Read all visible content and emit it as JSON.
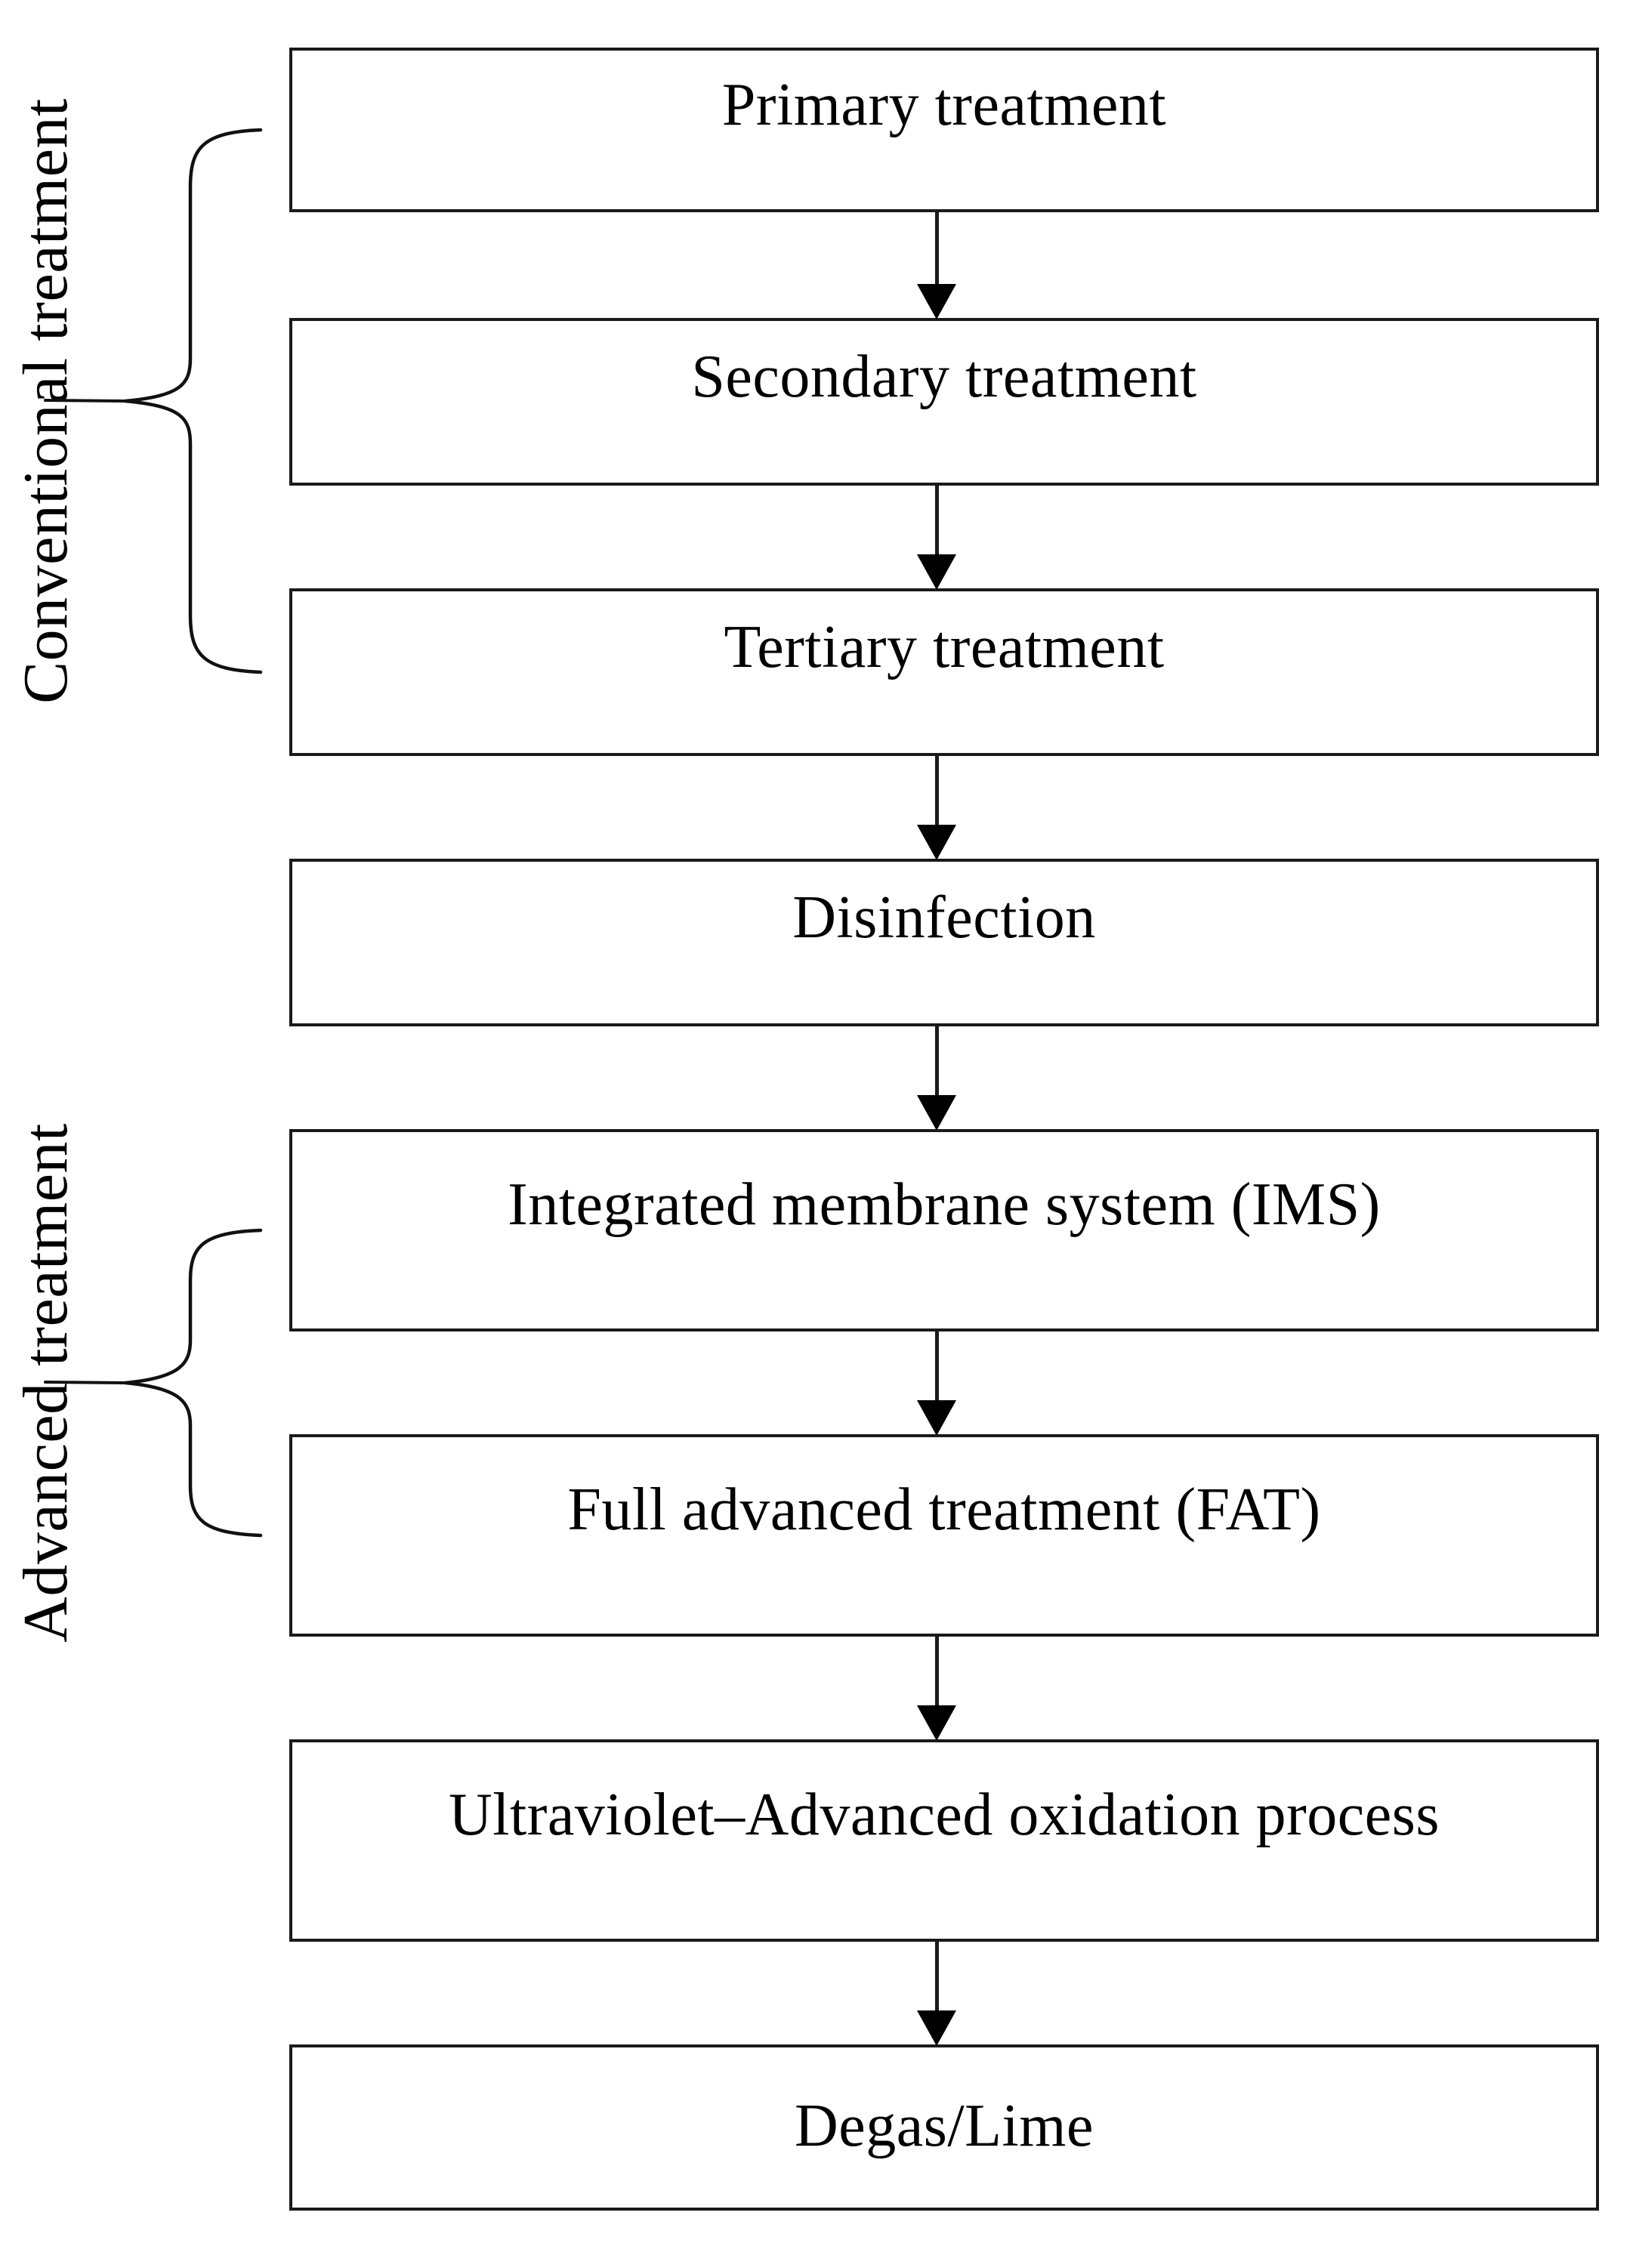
{
  "figure": {
    "background_color": "#ffffff",
    "ink_color": "#000000",
    "border_color": "#1a1a1a",
    "boxes": [
      {
        "label": "Primary treatment"
      },
      {
        "label": "Secondary treatment"
      },
      {
        "label": "Tertiary treatment"
      },
      {
        "label": "Disinfection"
      },
      {
        "label": "Integrated membrane system (IMS)"
      },
      {
        "label": "Full advanced treatment (FAT)"
      },
      {
        "label": "Ultraviolet–Advanced oxidation process"
      },
      {
        "label": "Degas/Lime"
      }
    ],
    "connections": [
      {
        "from": 0,
        "to": 1
      },
      {
        "from": 1,
        "to": 2
      },
      {
        "from": 2,
        "to": 3
      },
      {
        "from": 3,
        "to": 4
      },
      {
        "from": 4,
        "to": 5
      },
      {
        "from": 5,
        "to": 6
      },
      {
        "from": 6,
        "to": 7
      }
    ],
    "groups": [
      {
        "label": "Conventional treatment",
        "covers_boxes": [
          0,
          1,
          2
        ]
      },
      {
        "label": "Advanced treatment",
        "covers_boxes": [
          4,
          5
        ]
      }
    ]
  }
}
